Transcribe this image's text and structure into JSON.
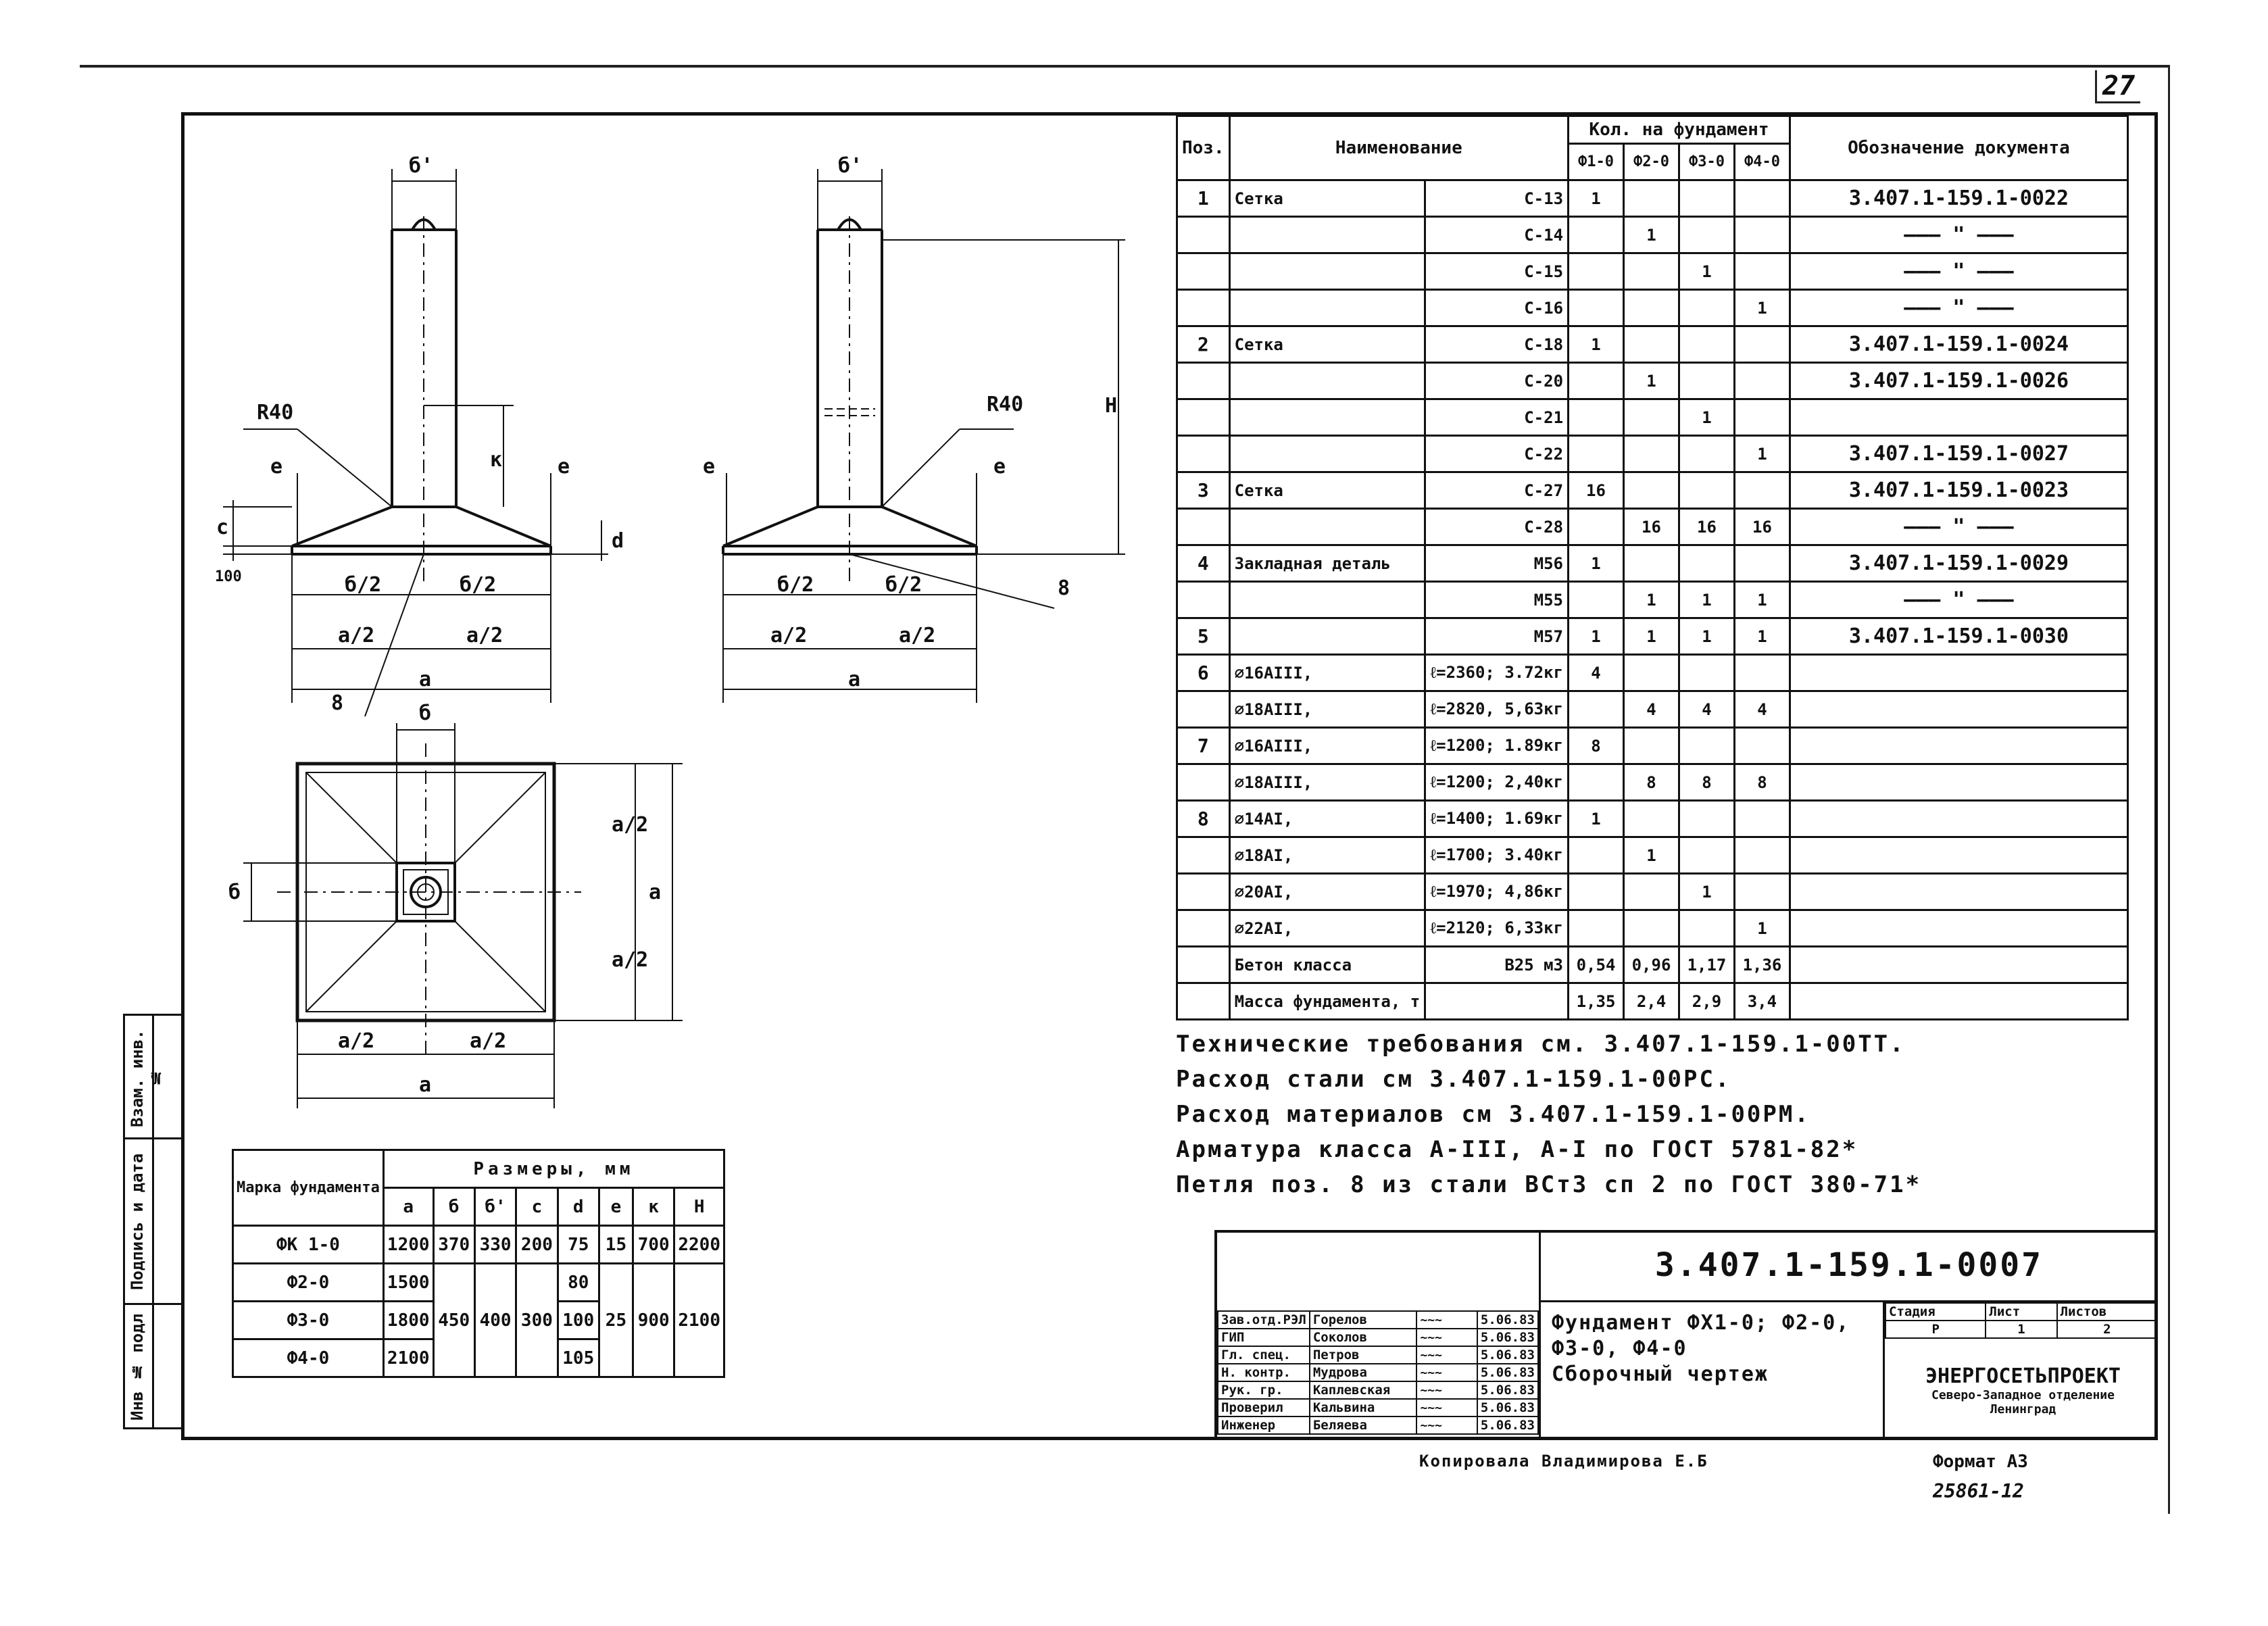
{
  "page_number": "27",
  "drawing_code": "3.407.1-159.1-0007",
  "title_lines": [
    "Фундамент ФХ1-0; Ф2-0,",
    "Ф3-0, Ф4-0",
    "Сборочный чертеж"
  ],
  "stage_headers": [
    "Стадия",
    "Лист",
    "Листов"
  ],
  "stage_values": [
    "Р",
    "1",
    "2"
  ],
  "org_lines": [
    "ЭНЕРГОСЕТЬПРОЕКТ",
    "Северо-Западное отделение",
    "Ленинград"
  ],
  "format": "Формат А3",
  "copied_by": "Копировала Владимирова Е.Б",
  "inventory": "25861-12",
  "stamp_rows": [
    {
      "role": "Зав.отд.РЭЛ",
      "name": "Горелов",
      "date": "5.06.83"
    },
    {
      "role": "ГИП",
      "name": "Соколов",
      "date": "5.06.83"
    },
    {
      "role": "Гл. спец.",
      "name": "Петров",
      "date": "5.06.83"
    },
    {
      "role": "Н. контр.",
      "name": "Мудрова",
      "date": "5.06.83"
    },
    {
      "role": "Рук. гр.",
      "name": "Каплевская",
      "date": "5.06.83"
    },
    {
      "role": "Проверил",
      "name": "Кальвина",
      "date": "5.06.83"
    },
    {
      "role": "Инженер",
      "name": "Беляева",
      "date": "5.06.83"
    }
  ],
  "side_labels": [
    "Инв № подл",
    "Подпись и дата",
    "Взам. инв.№"
  ],
  "spec": {
    "headers": {
      "pos": "Поз.",
      "name": "Наименование",
      "qty": "Кол. на фундамент",
      "doc": "Обозначение документа"
    },
    "qty_cols": [
      "Ф1-0",
      "Ф2-0",
      "Ф3-0",
      "Ф4-0"
    ],
    "rows": [
      {
        "pos": "1",
        "n1": "Сетка",
        "n2": "С-13",
        "q": [
          "1",
          "",
          "",
          ""
        ],
        "doc": "3.407.1-159.1-0022"
      },
      {
        "pos": "",
        "n1": "",
        "n2": "С-14",
        "q": [
          "",
          "1",
          "",
          ""
        ],
        "doc": "——— \" ———"
      },
      {
        "pos": "",
        "n1": "",
        "n2": "С-15",
        "q": [
          "",
          "",
          "1",
          ""
        ],
        "doc": "——— \" ———"
      },
      {
        "pos": "",
        "n1": "",
        "n2": "С-16",
        "q": [
          "",
          "",
          "",
          "1"
        ],
        "doc": "——— \" ———"
      },
      {
        "pos": "2",
        "n1": "Сетка",
        "n2": "С-18",
        "q": [
          "1",
          "",
          "",
          ""
        ],
        "doc": "3.407.1-159.1-0024"
      },
      {
        "pos": "",
        "n1": "",
        "n2": "С-20",
        "q": [
          "",
          "1",
          "",
          ""
        ],
        "doc": "3.407.1-159.1-0026"
      },
      {
        "pos": "",
        "n1": "",
        "n2": "С-21",
        "q": [
          "",
          "",
          "1",
          ""
        ],
        "doc": ""
      },
      {
        "pos": "",
        "n1": "",
        "n2": "С-22",
        "q": [
          "",
          "",
          "",
          "1"
        ],
        "doc": "3.407.1-159.1-0027"
      },
      {
        "pos": "3",
        "n1": "Сетка",
        "n2": "С-27",
        "q": [
          "16",
          "",
          "",
          ""
        ],
        "doc": "3.407.1-159.1-0023"
      },
      {
        "pos": "",
        "n1": "",
        "n2": "С-28",
        "q": [
          "",
          "16",
          "16",
          "16"
        ],
        "doc": "——— \" ———"
      },
      {
        "pos": "4",
        "n1": "Закладная деталь",
        "n2": "М56",
        "q": [
          "1",
          "",
          "",
          ""
        ],
        "doc": "3.407.1-159.1-0029"
      },
      {
        "pos": "",
        "n1": "",
        "n2": "М55",
        "q": [
          "",
          "1",
          "1",
          "1"
        ],
        "doc": "——— \" ———"
      },
      {
        "pos": "5",
        "n1": "",
        "n2": "М57",
        "q": [
          "1",
          "1",
          "1",
          "1"
        ],
        "doc": "3.407.1-159.1-0030"
      },
      {
        "pos": "6",
        "n1": "⌀16АIII,",
        "n2": "ℓ=2360; 3.72кг",
        "q": [
          "4",
          "",
          "",
          ""
        ],
        "doc": ""
      },
      {
        "pos": "",
        "n1": "⌀18АIII,",
        "n2": "ℓ=2820, 5,63кг",
        "q": [
          "",
          "4",
          "4",
          "4"
        ],
        "doc": ""
      },
      {
        "pos": "7",
        "n1": "⌀16АIII,",
        "n2": "ℓ=1200; 1.89кг",
        "q": [
          "8",
          "",
          "",
          ""
        ],
        "doc": ""
      },
      {
        "pos": "",
        "n1": "⌀18АIII,",
        "n2": "ℓ=1200; 2,40кг",
        "q": [
          "",
          "8",
          "8",
          "8"
        ],
        "doc": ""
      },
      {
        "pos": "8",
        "n1": "⌀14АI,",
        "n2": "ℓ=1400; 1.69кг",
        "q": [
          "1",
          "",
          "",
          ""
        ],
        "doc": ""
      },
      {
        "pos": "",
        "n1": "⌀18АI,",
        "n2": "ℓ=1700; 3.40кг",
        "q": [
          "",
          "1",
          "",
          ""
        ],
        "doc": ""
      },
      {
        "pos": "",
        "n1": "⌀20АI,",
        "n2": "ℓ=1970; 4,86кг",
        "q": [
          "",
          "",
          "1",
          ""
        ],
        "doc": ""
      },
      {
        "pos": "",
        "n1": "⌀22АI,",
        "n2": "ℓ=2120; 6,33кг",
        "q": [
          "",
          "",
          "",
          "1"
        ],
        "doc": ""
      },
      {
        "pos": "",
        "n1": "Бетон класса",
        "n2": "В25 м3",
        "q": [
          "0,54",
          "0,96",
          "1,17",
          "1,36"
        ],
        "doc": ""
      },
      {
        "pos": "",
        "n1": "Масса фундамента, т",
        "n2": "",
        "q": [
          "1,35",
          "2,4",
          "2,9",
          "3,4"
        ],
        "doc": ""
      }
    ]
  },
  "notes": [
    "Технические требования см. 3.407.1-159.1-00ТТ.",
    "Расход стали см 3.407.1-159.1-00РС.",
    "Расход материалов см 3.407.1-159.1-00РМ.",
    "Арматура класса А-III, А-I по ГОСТ 5781-82*",
    "Петля поз. 8 из стали ВСт3 сп 2 по ГОСТ 380-71*"
  ],
  "dims_table": {
    "mark_header": "Марка фундамента",
    "sizes_header": "Размеры, мм",
    "cols": [
      "a",
      "б",
      "б'",
      "c",
      "d",
      "e",
      "к",
      "H"
    ],
    "rows": [
      {
        "mark": "ФК 1-0",
        "a": "1200",
        "b": "370",
        "b1": "330",
        "c": "200",
        "d": "75",
        "e": "15",
        "k": "700",
        "h": "2200"
      },
      {
        "mark": "Ф2-0",
        "a": "1500",
        "b": "",
        "b1": "",
        "c": "",
        "d": "80",
        "e": "",
        "k": "",
        "h": ""
      },
      {
        "mark": "Ф3-0",
        "a": "1800",
        "b": "450",
        "b1": "400",
        "c": "300",
        "d": "100",
        "e": "25",
        "k": "900",
        "h": "2100"
      },
      {
        "mark": "Ф4-0",
        "a": "2100",
        "b": "",
        "b1": "",
        "c": "",
        "d": "105",
        "e": "",
        "k": "",
        "h": ""
      }
    ]
  },
  "drawing_labels": {
    "b": "б",
    "b1": "б'",
    "a": "a",
    "a2": "a/2",
    "b2": "б/2",
    "r40": "R40",
    "c": "c",
    "d": "d",
    "e": "e",
    "k": "к",
    "H": "H",
    "p8": "8",
    "v100": "100"
  }
}
